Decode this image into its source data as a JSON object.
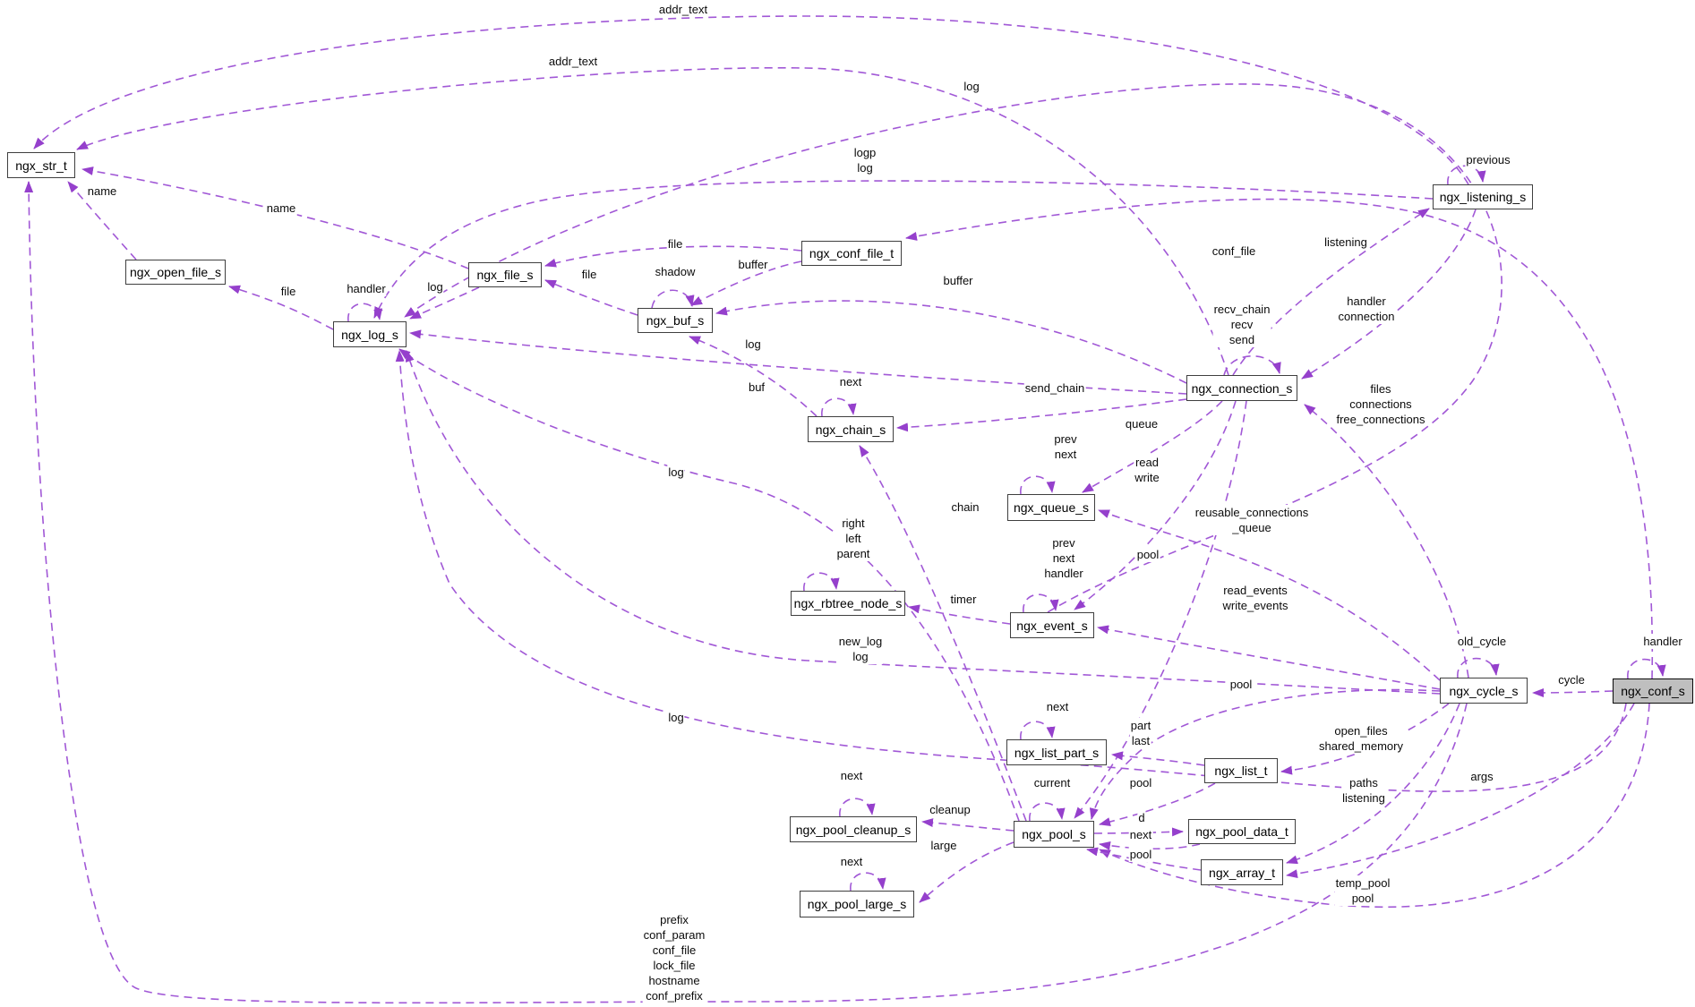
{
  "nodes": [
    {
      "id": "ngx_str_t",
      "label": "ngx_str_t"
    },
    {
      "id": "ngx_open_file_s",
      "label": "ngx_open_file_s"
    },
    {
      "id": "ngx_log_s",
      "label": "ngx_log_s"
    },
    {
      "id": "ngx_file_s",
      "label": "ngx_file_s"
    },
    {
      "id": "ngx_buf_s",
      "label": "ngx_buf_s"
    },
    {
      "id": "ngx_conf_file_t",
      "label": "ngx_conf_file_t"
    },
    {
      "id": "ngx_chain_s",
      "label": "ngx_chain_s"
    },
    {
      "id": "ngx_queue_s",
      "label": "ngx_queue_s"
    },
    {
      "id": "ngx_rbtree_node_s",
      "label": "ngx_rbtree_node_s"
    },
    {
      "id": "ngx_event_s",
      "label": "ngx_event_s"
    },
    {
      "id": "ngx_connection_s",
      "label": "ngx_connection_s"
    },
    {
      "id": "ngx_listening_s",
      "label": "ngx_listening_s"
    },
    {
      "id": "ngx_cycle_s",
      "label": "ngx_cycle_s"
    },
    {
      "id": "ngx_conf_s",
      "label": "ngx_conf_s"
    },
    {
      "id": "ngx_list_part_s",
      "label": "ngx_list_part_s"
    },
    {
      "id": "ngx_list_t",
      "label": "ngx_list_t"
    },
    {
      "id": "ngx_pool_cleanup_s",
      "label": "ngx_pool_cleanup_s"
    },
    {
      "id": "ngx_pool_s",
      "label": "ngx_pool_s"
    },
    {
      "id": "ngx_pool_data_t",
      "label": "ngx_pool_data_t"
    },
    {
      "id": "ngx_array_t",
      "label": "ngx_array_t"
    },
    {
      "id": "ngx_pool_large_s",
      "label": "ngx_pool_large_s"
    }
  ],
  "edges": [
    {
      "id": "listening-str-addr_text",
      "from": "ngx_listening_s",
      "to": "ngx_str_t",
      "label": "addr_text"
    },
    {
      "id": "connection-str-addr_text",
      "from": "ngx_connection_s",
      "to": "ngx_str_t",
      "label": "addr_text"
    },
    {
      "id": "openfile-str-name",
      "from": "ngx_open_file_s",
      "to": "ngx_str_t",
      "label": "name"
    },
    {
      "id": "file-str-name",
      "from": "ngx_file_s",
      "to": "ngx_str_t",
      "label": "name"
    },
    {
      "id": "cycle-str-paths",
      "from": "ngx_cycle_s",
      "to": "ngx_str_t",
      "label": "prefix\nconf_param\nconf_file\nlock_file\nhostname\nconf_prefix"
    },
    {
      "id": "listening-log",
      "from": "ngx_listening_s",
      "to": "ngx_log_s",
      "label": "logp\nlog"
    },
    {
      "id": "event-log",
      "from": "ngx_event_s",
      "to": "ngx_log_s",
      "label": "log"
    },
    {
      "id": "conf-conffile",
      "from": "ngx_conf_s",
      "to": "ngx_conf_file_t",
      "label": "conf_file"
    },
    {
      "id": "connection-listening",
      "from": "ngx_connection_s",
      "to": "ngx_listening_s",
      "label": "listening"
    },
    {
      "id": "listening-connection",
      "from": "ngx_listening_s",
      "to": "ngx_connection_s",
      "label": "handler\nconnection"
    },
    {
      "id": "connection-self",
      "from": "ngx_connection_s",
      "to": "ngx_connection_s",
      "label": "recv_chain\nrecv\nsend"
    },
    {
      "id": "connection-buf",
      "from": "ngx_connection_s",
      "to": "ngx_buf_s",
      "label": "buffer"
    },
    {
      "id": "conffile-file",
      "from": "ngx_conf_file_t",
      "to": "ngx_file_s",
      "label": "file"
    },
    {
      "id": "conffile-buf",
      "from": "ngx_conf_file_t",
      "to": "ngx_buf_s",
      "label": "buffer"
    },
    {
      "id": "buf-file",
      "from": "ngx_buf_s",
      "to": "ngx_file_s",
      "label": "file"
    },
    {
      "id": "buf-self",
      "from": "ngx_buf_s",
      "to": "ngx_buf_s",
      "label": "shadow"
    },
    {
      "id": "file-log",
      "from": "ngx_file_s",
      "to": "ngx_log_s",
      "label": "log"
    },
    {
      "id": "log-self",
      "from": "ngx_log_s",
      "to": "ngx_log_s",
      "label": "handler"
    },
    {
      "id": "log-openfile",
      "from": "ngx_log_s",
      "to": "ngx_open_file_s",
      "label": "file"
    },
    {
      "id": "connection-log",
      "from": "ngx_connection_s",
      "to": "ngx_log_s",
      "label": "log"
    },
    {
      "id": "chain-buf",
      "from": "ngx_chain_s",
      "to": "ngx_buf_s",
      "label": "buf"
    },
    {
      "id": "chain-self",
      "from": "ngx_chain_s",
      "to": "ngx_chain_s",
      "label": "next"
    },
    {
      "id": "connection-chain",
      "from": "ngx_connection_s",
      "to": "ngx_chain_s",
      "label": "send_chain"
    },
    {
      "id": "pool-chain",
      "from": "ngx_pool_s",
      "to": "ngx_chain_s",
      "label": "chain"
    },
    {
      "id": "pool-log",
      "from": "ngx_pool_s",
      "to": "ngx_log_s",
      "label": "log"
    },
    {
      "id": "connection-queue",
      "from": "ngx_connection_s",
      "to": "ngx_queue_s",
      "label": "queue"
    },
    {
      "id": "queue-self",
      "from": "ngx_queue_s",
      "to": "ngx_queue_s",
      "label": "prev\nnext"
    },
    {
      "id": "cycle-queue",
      "from": "ngx_cycle_s",
      "to": "ngx_queue_s",
      "label": "reusable_connections\n_queue"
    },
    {
      "id": "connection-event",
      "from": "ngx_connection_s",
      "to": "ngx_event_s",
      "label": "read\nwrite"
    },
    {
      "id": "event-self",
      "from": "ngx_event_s",
      "to": "ngx_event_s",
      "label": "prev\nnext\nhandler"
    },
    {
      "id": "connection-pool",
      "from": "ngx_connection_s",
      "to": "ngx_pool_s",
      "label": "pool"
    },
    {
      "id": "event-rbtree",
      "from": "ngx_event_s",
      "to": "ngx_rbtree_node_s",
      "label": "timer"
    },
    {
      "id": "rbtree-self",
      "from": "ngx_rbtree_node_s",
      "to": "ngx_rbtree_node_s",
      "label": "right\nleft\nparent"
    },
    {
      "id": "cycle-event",
      "from": "ngx_cycle_s",
      "to": "ngx_event_s",
      "label": "read_events\nwrite_events"
    },
    {
      "id": "cycle-self",
      "from": "ngx_cycle_s",
      "to": "ngx_cycle_s",
      "label": "old_cycle"
    },
    {
      "id": "conf-cycle",
      "from": "ngx_conf_s",
      "to": "ngx_cycle_s",
      "label": "cycle"
    },
    {
      "id": "conf-self",
      "from": "ngx_conf_s",
      "to": "ngx_conf_s",
      "label": "handler"
    },
    {
      "id": "cycle-pool",
      "from": "ngx_cycle_s",
      "to": "ngx_pool_s",
      "label": "pool"
    },
    {
      "id": "cycle-list",
      "from": "ngx_cycle_s",
      "to": "ngx_list_t",
      "label": "open_files\nshared_memory"
    },
    {
      "id": "cycle-array",
      "from": "ngx_cycle_s",
      "to": "ngx_array_t",
      "label": "paths\nlistening"
    },
    {
      "id": "conf-array",
      "from": "ngx_conf_s",
      "to": "ngx_array_t",
      "label": "args"
    },
    {
      "id": "conf-pool",
      "from": "ngx_conf_s",
      "to": "ngx_pool_s",
      "label": "temp_pool\npool"
    },
    {
      "id": "conf-log",
      "from": "ngx_conf_s",
      "to": "ngx_log_s",
      "label": "log"
    },
    {
      "id": "cycle-log",
      "from": "ngx_cycle_s",
      "to": "ngx_log_s",
      "label": "new_log\nlog"
    },
    {
      "id": "listpart-self",
      "from": "ngx_list_part_s",
      "to": "ngx_list_part_s",
      "label": "next"
    },
    {
      "id": "list-listpart",
      "from": "ngx_list_t",
      "to": "ngx_list_part_s",
      "label": "part\nlast"
    },
    {
      "id": "list-pool",
      "from": "ngx_list_t",
      "to": "ngx_pool_s",
      "label": "pool"
    },
    {
      "id": "pool-self",
      "from": "ngx_pool_s",
      "to": "ngx_pool_s",
      "label": "current"
    },
    {
      "id": "pool-cleanup",
      "from": "ngx_pool_s",
      "to": "ngx_pool_cleanup_s",
      "label": "cleanup"
    },
    {
      "id": "cleanup-self",
      "from": "ngx_pool_cleanup_s",
      "to": "ngx_pool_cleanup_s",
      "label": "next"
    },
    {
      "id": "pool-data",
      "from": "ngx_pool_s",
      "to": "ngx_pool_data_t",
      "label": "d"
    },
    {
      "id": "data-pool",
      "from": "ngx_pool_data_t",
      "to": "ngx_pool_s",
      "label": "next"
    },
    {
      "id": "array-pool",
      "from": "ngx_array_t",
      "to": "ngx_pool_s",
      "label": "pool"
    },
    {
      "id": "pool-large",
      "from": "ngx_pool_s",
      "to": "ngx_pool_large_s",
      "label": "large"
    },
    {
      "id": "large-self",
      "from": "ngx_pool_large_s",
      "to": "ngx_pool_large_s",
      "label": "next"
    },
    {
      "id": "cycle-connection",
      "from": "ngx_cycle_s",
      "to": "ngx_connection_s",
      "label": "files\nconnections\nfree_connections"
    },
    {
      "id": "listening-self",
      "from": "ngx_listening_s",
      "to": "ngx_listening_s",
      "label": "previous"
    }
  ],
  "colors": {
    "edge": "#a158d6",
    "arrow": "#9540cc",
    "node_border": "#3f3f3f",
    "highlight_fill": "#bfbfbf"
  }
}
